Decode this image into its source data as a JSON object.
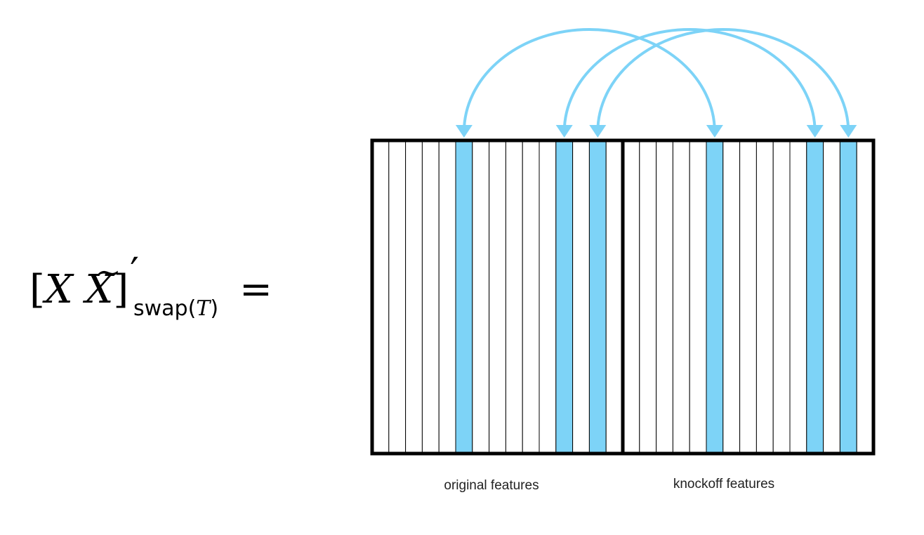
{
  "equation": {
    "open_bracket": "[",
    "x": "X",
    "x_knockoff": "X",
    "tilde": "~",
    "close_bracket": "]",
    "prime": "′",
    "subscript_prefix": "swap(",
    "subscript_set": "T",
    "subscript_suffix": ")",
    "equals": "="
  },
  "matrix": {
    "columns_per_block": 15,
    "swapped_columns": [
      6,
      12,
      14
    ],
    "highlight_color": "#7dd3f7",
    "border_color": "#000000"
  },
  "labels": {
    "original": "original features",
    "knockoff": "knockoff features"
  }
}
